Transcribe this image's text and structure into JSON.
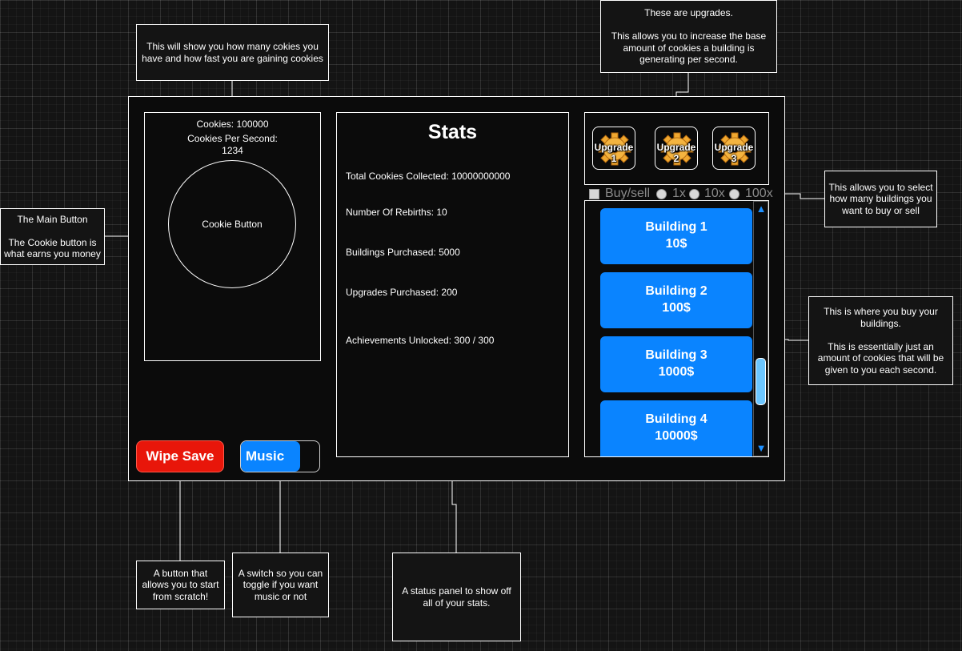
{
  "counter": {
    "cookies_label": "Cookies: 100000",
    "cps_label": "Cookies Per Second:",
    "cps_value": "1234",
    "cookie_button": "Cookie Button"
  },
  "stats": {
    "title": "Stats",
    "items": [
      "Total Cookies Collected: 10000000000",
      "Number Of Rebirths: 10",
      "Buildings Purchased: 5000",
      "Upgrades Purchased: 200",
      "Achievements Unlocked: 300 / 300"
    ]
  },
  "upgrades": [
    {
      "label": "Upgrade\n1"
    },
    {
      "label": "Upgrade\n2"
    },
    {
      "label": "Upgrade\n3"
    }
  ],
  "selector": {
    "buy_sell": "Buy/sell",
    "options": [
      "1x",
      "10x",
      "100x"
    ]
  },
  "buildings": [
    {
      "name": "Building 1",
      "price": "10$"
    },
    {
      "name": "Building 2",
      "price": "100$"
    },
    {
      "name": "Building 3",
      "price": "1000$"
    },
    {
      "name": "Building 4",
      "price": "10000$"
    }
  ],
  "scrollbar": {
    "up_icon": "triangle-up-icon",
    "down_icon": "triangle-down-icon",
    "position": 0.6
  },
  "controls": {
    "wipe_label": "Wipe Save",
    "music_label": "Music",
    "music_level": 0.75
  },
  "colors": {
    "accent": "#0a84ff",
    "danger": "#e8160a",
    "thumb": "#6cc6ff",
    "gear": "#f0a830"
  },
  "notes": {
    "counter": "This will show you how many cokies you have and how fast you are gaining cookies",
    "upgrades": "These are upgrades.\n\nThis allows you to increase the base amount of cookies a building is generating per second.",
    "main_button": "The Main Button\n\nThe Cookie button is what earns you money",
    "selector": "This allows you to select how many buildings you want to buy or sell",
    "buildings": "This is where you buy your buildings.\n\nThis is essentially just an amount of cookies that will be given to you each second.",
    "wipe": "A button that allows you to start from scratch!",
    "music": "A switch so you can toggle if you want music or not",
    "stats": "A status panel to show off all of your stats."
  }
}
